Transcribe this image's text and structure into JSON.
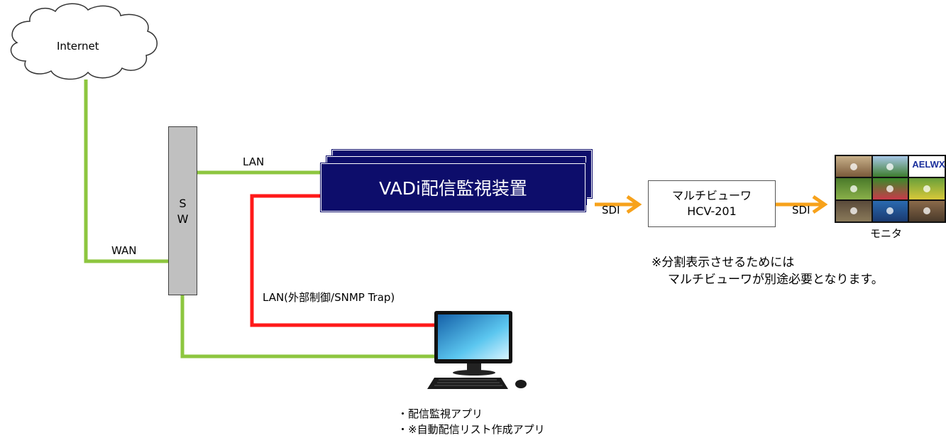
{
  "cloud": {
    "label": "Internet"
  },
  "switch": {
    "letter1": "S",
    "letter2": "W"
  },
  "links": {
    "lan_top": "LAN",
    "wan": "WAN",
    "lan_control": "LAN(外部制御/SNMP Trap)",
    "sdi_1": "SDI",
    "sdi_2": "SDI"
  },
  "vadi": {
    "label": "VADi配信監視装置"
  },
  "multiviewer": {
    "line1": "マルチビューワ",
    "line2": "HCV-201"
  },
  "monitor": {
    "label": "モニタ",
    "logo_text": "AELWX."
  },
  "note": {
    "line1": "※分割表示させるためには",
    "line2": "マルチビューワが別途必要となります。"
  },
  "pc": {
    "app1": "・配信監視アプリ",
    "app2": "・※自動配信リスト作成アプリ"
  },
  "colors": {
    "green_link": "#8dc63f",
    "red_link": "#ff1a1a",
    "sdi_arrow": "#f7a21b",
    "vadi_fill": "#0d0d6b",
    "switch_fill": "#c0c0c0"
  }
}
